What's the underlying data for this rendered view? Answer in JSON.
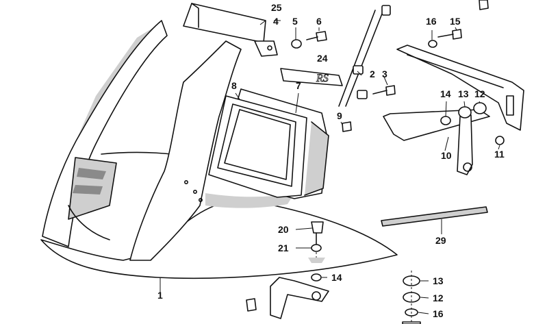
{
  "diagram": {
    "part_numbers": {
      "p1": "1",
      "p2": "2",
      "p3": "3",
      "p4": "4",
      "p5": "5",
      "p6": "6",
      "p7": "7",
      "p8": "8",
      "p9": "9",
      "p10": "10",
      "p11": "11",
      "p12": "12",
      "p12b": "12",
      "p13": "13",
      "p13b": "13",
      "p14": "14",
      "p14b": "14",
      "p15": "15",
      "p16": "16",
      "p16b": "16",
      "p20": "20",
      "p21": "21",
      "p24": "24",
      "p25": "25",
      "p29": "29"
    },
    "emblem_text": "RS",
    "colors": {
      "line": "#111111",
      "shade": "#cfcfcf",
      "dark": "#8a8a8a",
      "background": "#ffffff"
    }
  }
}
